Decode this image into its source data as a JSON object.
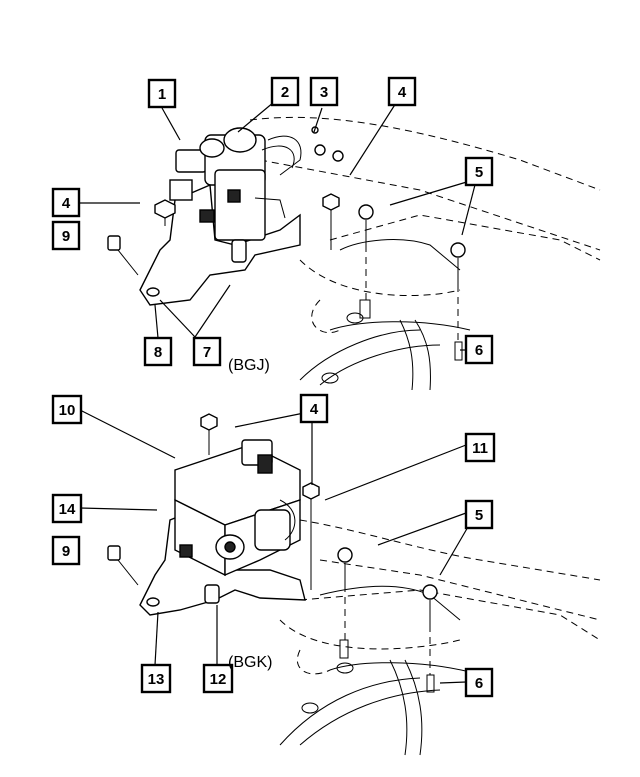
{
  "callouts": {
    "c1": "1",
    "c2": "2",
    "c3": "3",
    "c4_top_right": "4",
    "c4_top_left": "4",
    "c5_top": "5",
    "c6_top": "6",
    "c7": "7",
    "c8": "8",
    "c9_top": "9",
    "c10": "10",
    "c4_bottom": "4",
    "c11": "11",
    "c14": "14",
    "c5_bottom": "5",
    "c9_bottom": "9",
    "c6_bottom": "6",
    "c13": "13",
    "c12": "12"
  },
  "variants": {
    "top": "(BGJ)",
    "bottom": "(BGK)"
  }
}
